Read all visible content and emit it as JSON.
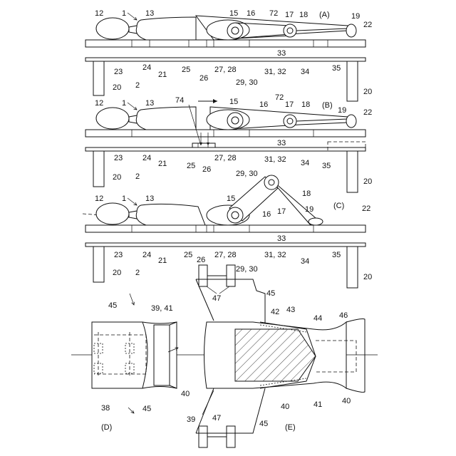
{
  "figure": {
    "panel_labels": {
      "a": "(A)",
      "b": "(B)",
      "c": "(C)",
      "d": "(D)",
      "e": "(E)"
    },
    "numerals": {
      "n1": "1",
      "n2": "2",
      "n12": "12",
      "n13": "13",
      "n15": "15",
      "n16": "16",
      "n17": "17",
      "n18": "18",
      "n19": "19",
      "n20": "20",
      "n21": "21",
      "n22": "22",
      "n23": "23",
      "n24": "24",
      "n25": "25",
      "n26": "26",
      "n27_28": "27, 28",
      "n29_30": "29, 30",
      "n31_32": "31, 32",
      "n33": "33",
      "n34": "34",
      "n35": "35",
      "n38": "38",
      "n39_41": "39, 41",
      "n39": "39",
      "n40": "40",
      "n41": "41",
      "n42": "42",
      "n43": "43",
      "n44": "44",
      "n45": "45",
      "n46": "46",
      "n47": "47",
      "n72": "72",
      "n74": "74"
    }
  }
}
